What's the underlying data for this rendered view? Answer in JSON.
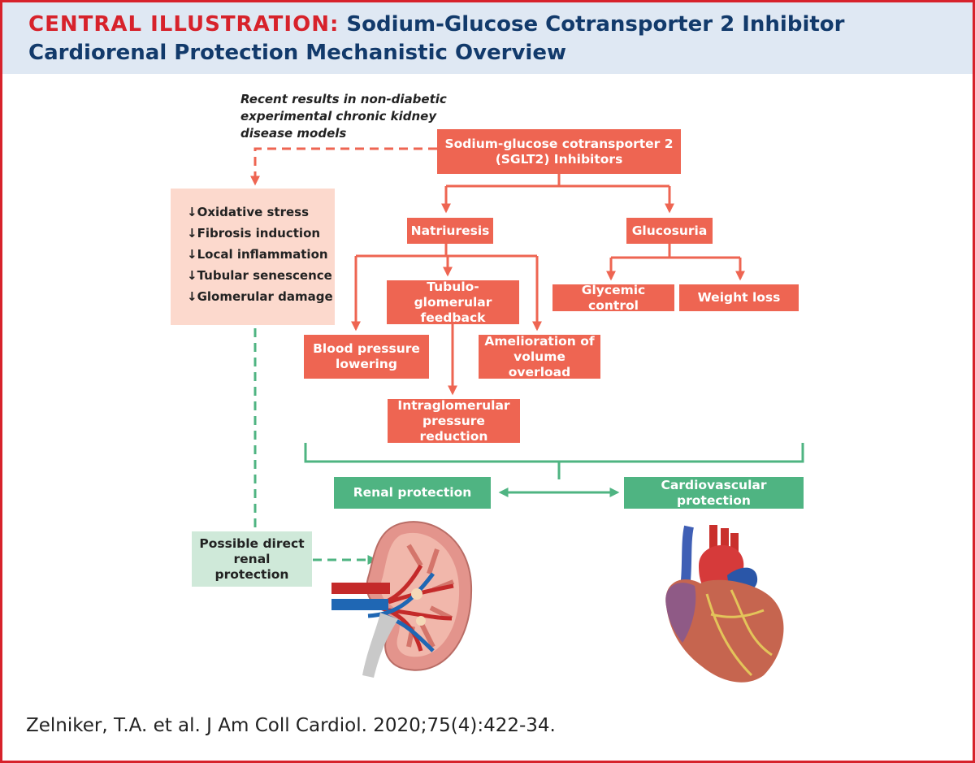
{
  "header": {
    "label": "CENTRAL ILLUSTRATION:",
    "title_line1": "Sodium-Glucose Cotransporter 2 Inhibitor",
    "title_line2": "Cardiorenal Protection Mechanistic Overview"
  },
  "note": "Recent results in non-diabetic\nexperimental chronic kidney\ndisease models",
  "effects": [
    "Oxidative stress",
    "Fibrosis induction",
    "Local inflammation",
    "Tubular senescence",
    "Glomerular damage"
  ],
  "effect_arrow": "↓",
  "nodes": {
    "sglt2": "Sodium-glucose cotransporter 2\n(SGLT2) Inhibitors",
    "natriuresis": "Natriuresis",
    "glucosuria": "Glucosuria",
    "tubulo": "Tubulo-glomerular\nfeedback",
    "glycemic": "Glycemic control",
    "weight": "Weight loss",
    "bp": "Blood pressure\nlowering",
    "volume": "Amelioration of\nvolume overload",
    "intraglomerular": "Intraglomerular\npressure reduction",
    "renal_protection": "Renal protection",
    "cv_protection": "Cardiovascular protection",
    "direct_renal": "Possible direct\nrenal protection"
  },
  "citation": "Zelniker, T.A. et al. J Am Coll Cardiol. 2020;75(4):422-34.",
  "colors": {
    "accent_red": "#d7222b",
    "title_blue": "#123a6b",
    "header_bg": "#dfe8f3",
    "box_salmon": "#ee6552",
    "box_green": "#4fb482",
    "box_pale_green": "#cfe9d9",
    "box_pink": "#fcd9cd"
  },
  "illustrations": [
    "kidney-illustration",
    "heart-illustration"
  ]
}
